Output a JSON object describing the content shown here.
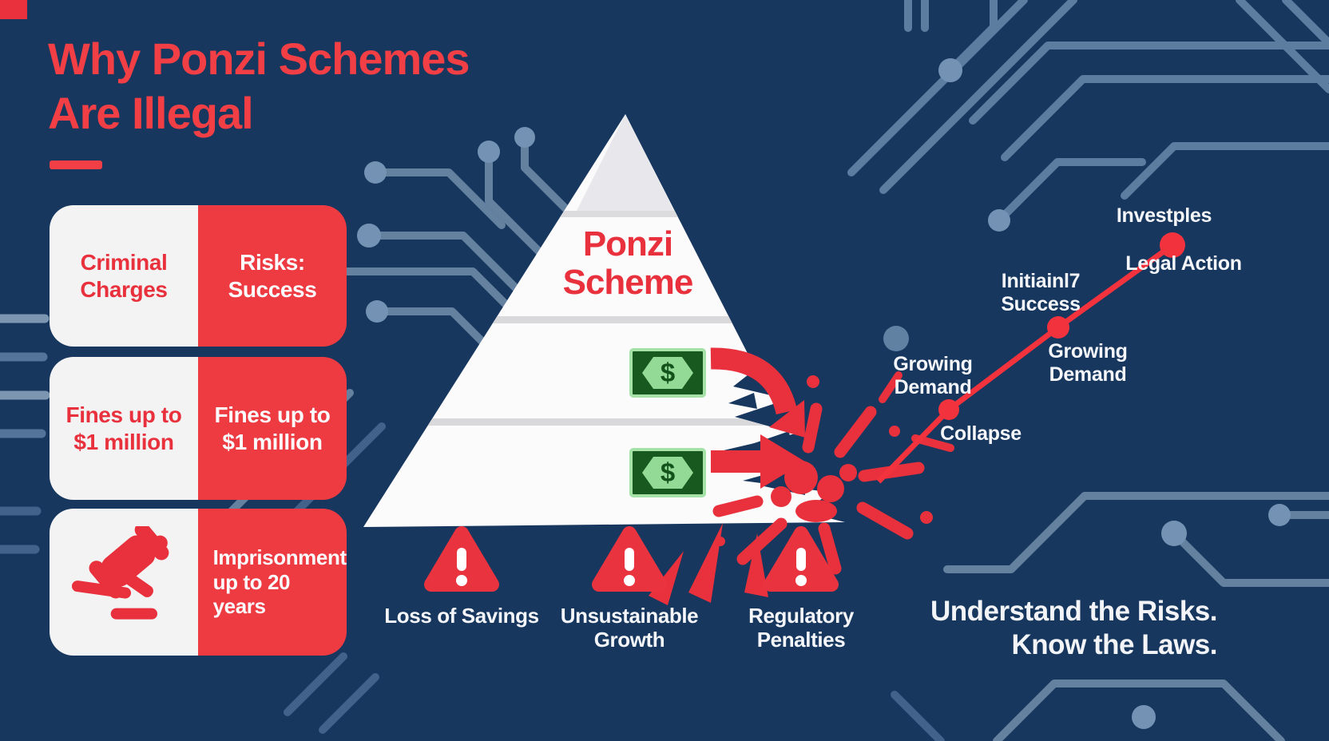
{
  "title": {
    "line1": "Why Ponzi Schemes",
    "line2": "Are Illegal"
  },
  "colors": {
    "background": "#17375e",
    "accent_red": "#ee3740",
    "card_white": "#f3f3f4",
    "circuit_blue": "#6e8aa9",
    "bill_green_dark": "#18591f",
    "bill_green_light": "#93da96",
    "text_white": "#f4f6f9"
  },
  "cards": [
    {
      "left_text": "Criminal Charges",
      "right_text": "Risks: Success"
    },
    {
      "left_text": "Fines up to $1 million",
      "right_text": "Fines up to $1 million"
    },
    {
      "left_icon": "gavel-icon",
      "right_text": "Imprisonment up to 20 years"
    }
  ],
  "pyramid": {
    "label": "Ponzi Scheme",
    "bill_symbol": "$"
  },
  "warnings": [
    {
      "label": "Loss of Savings"
    },
    {
      "label": "Unsustainable Growth"
    },
    {
      "label": "Regulatory Penalties"
    }
  ],
  "chart_data": {
    "type": "line",
    "title": "",
    "trend": "rising straight line from pyramid collapse explosion to top right",
    "points": [
      {
        "stage": 1,
        "label_above": "",
        "label_below": ""
      },
      {
        "stage": 2,
        "label_above": "Growing Demand",
        "label_below": "Collapse"
      },
      {
        "stage": 3,
        "label_above": "Initiainl7 Success",
        "label_below": "Growing Demand"
      },
      {
        "stage": 4,
        "label_above": "Investples",
        "label_below": "Legal Action"
      }
    ],
    "y_values_relative": [
      0,
      1,
      2,
      3
    ],
    "legend_position": "none",
    "grid": false
  },
  "tagline": {
    "line1": "Understand the Risks.",
    "line2": "Know the Laws."
  }
}
